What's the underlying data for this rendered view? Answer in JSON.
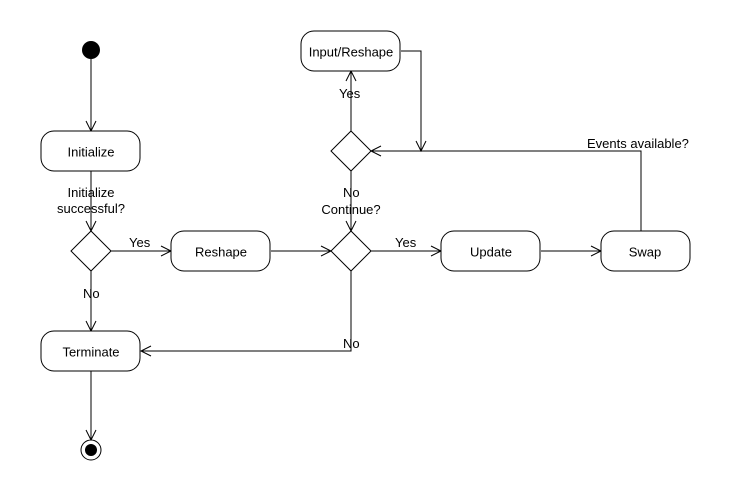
{
  "nodes": {
    "initialize": "Initialize",
    "reshape": "Reshape",
    "update": "Update",
    "swap": "Swap",
    "terminate": "Terminate",
    "input_reshape": "Input/Reshape"
  },
  "decisions": {
    "init_success_line1": "Initialize",
    "init_success_line2": "successful?",
    "continue": "Continue?",
    "events_available": "Events available?"
  },
  "edge_labels": {
    "init_yes": "Yes",
    "init_no": "No",
    "continue_yes": "Yes",
    "continue_no": "No",
    "events_yes": "Yes",
    "events_no": "No"
  }
}
